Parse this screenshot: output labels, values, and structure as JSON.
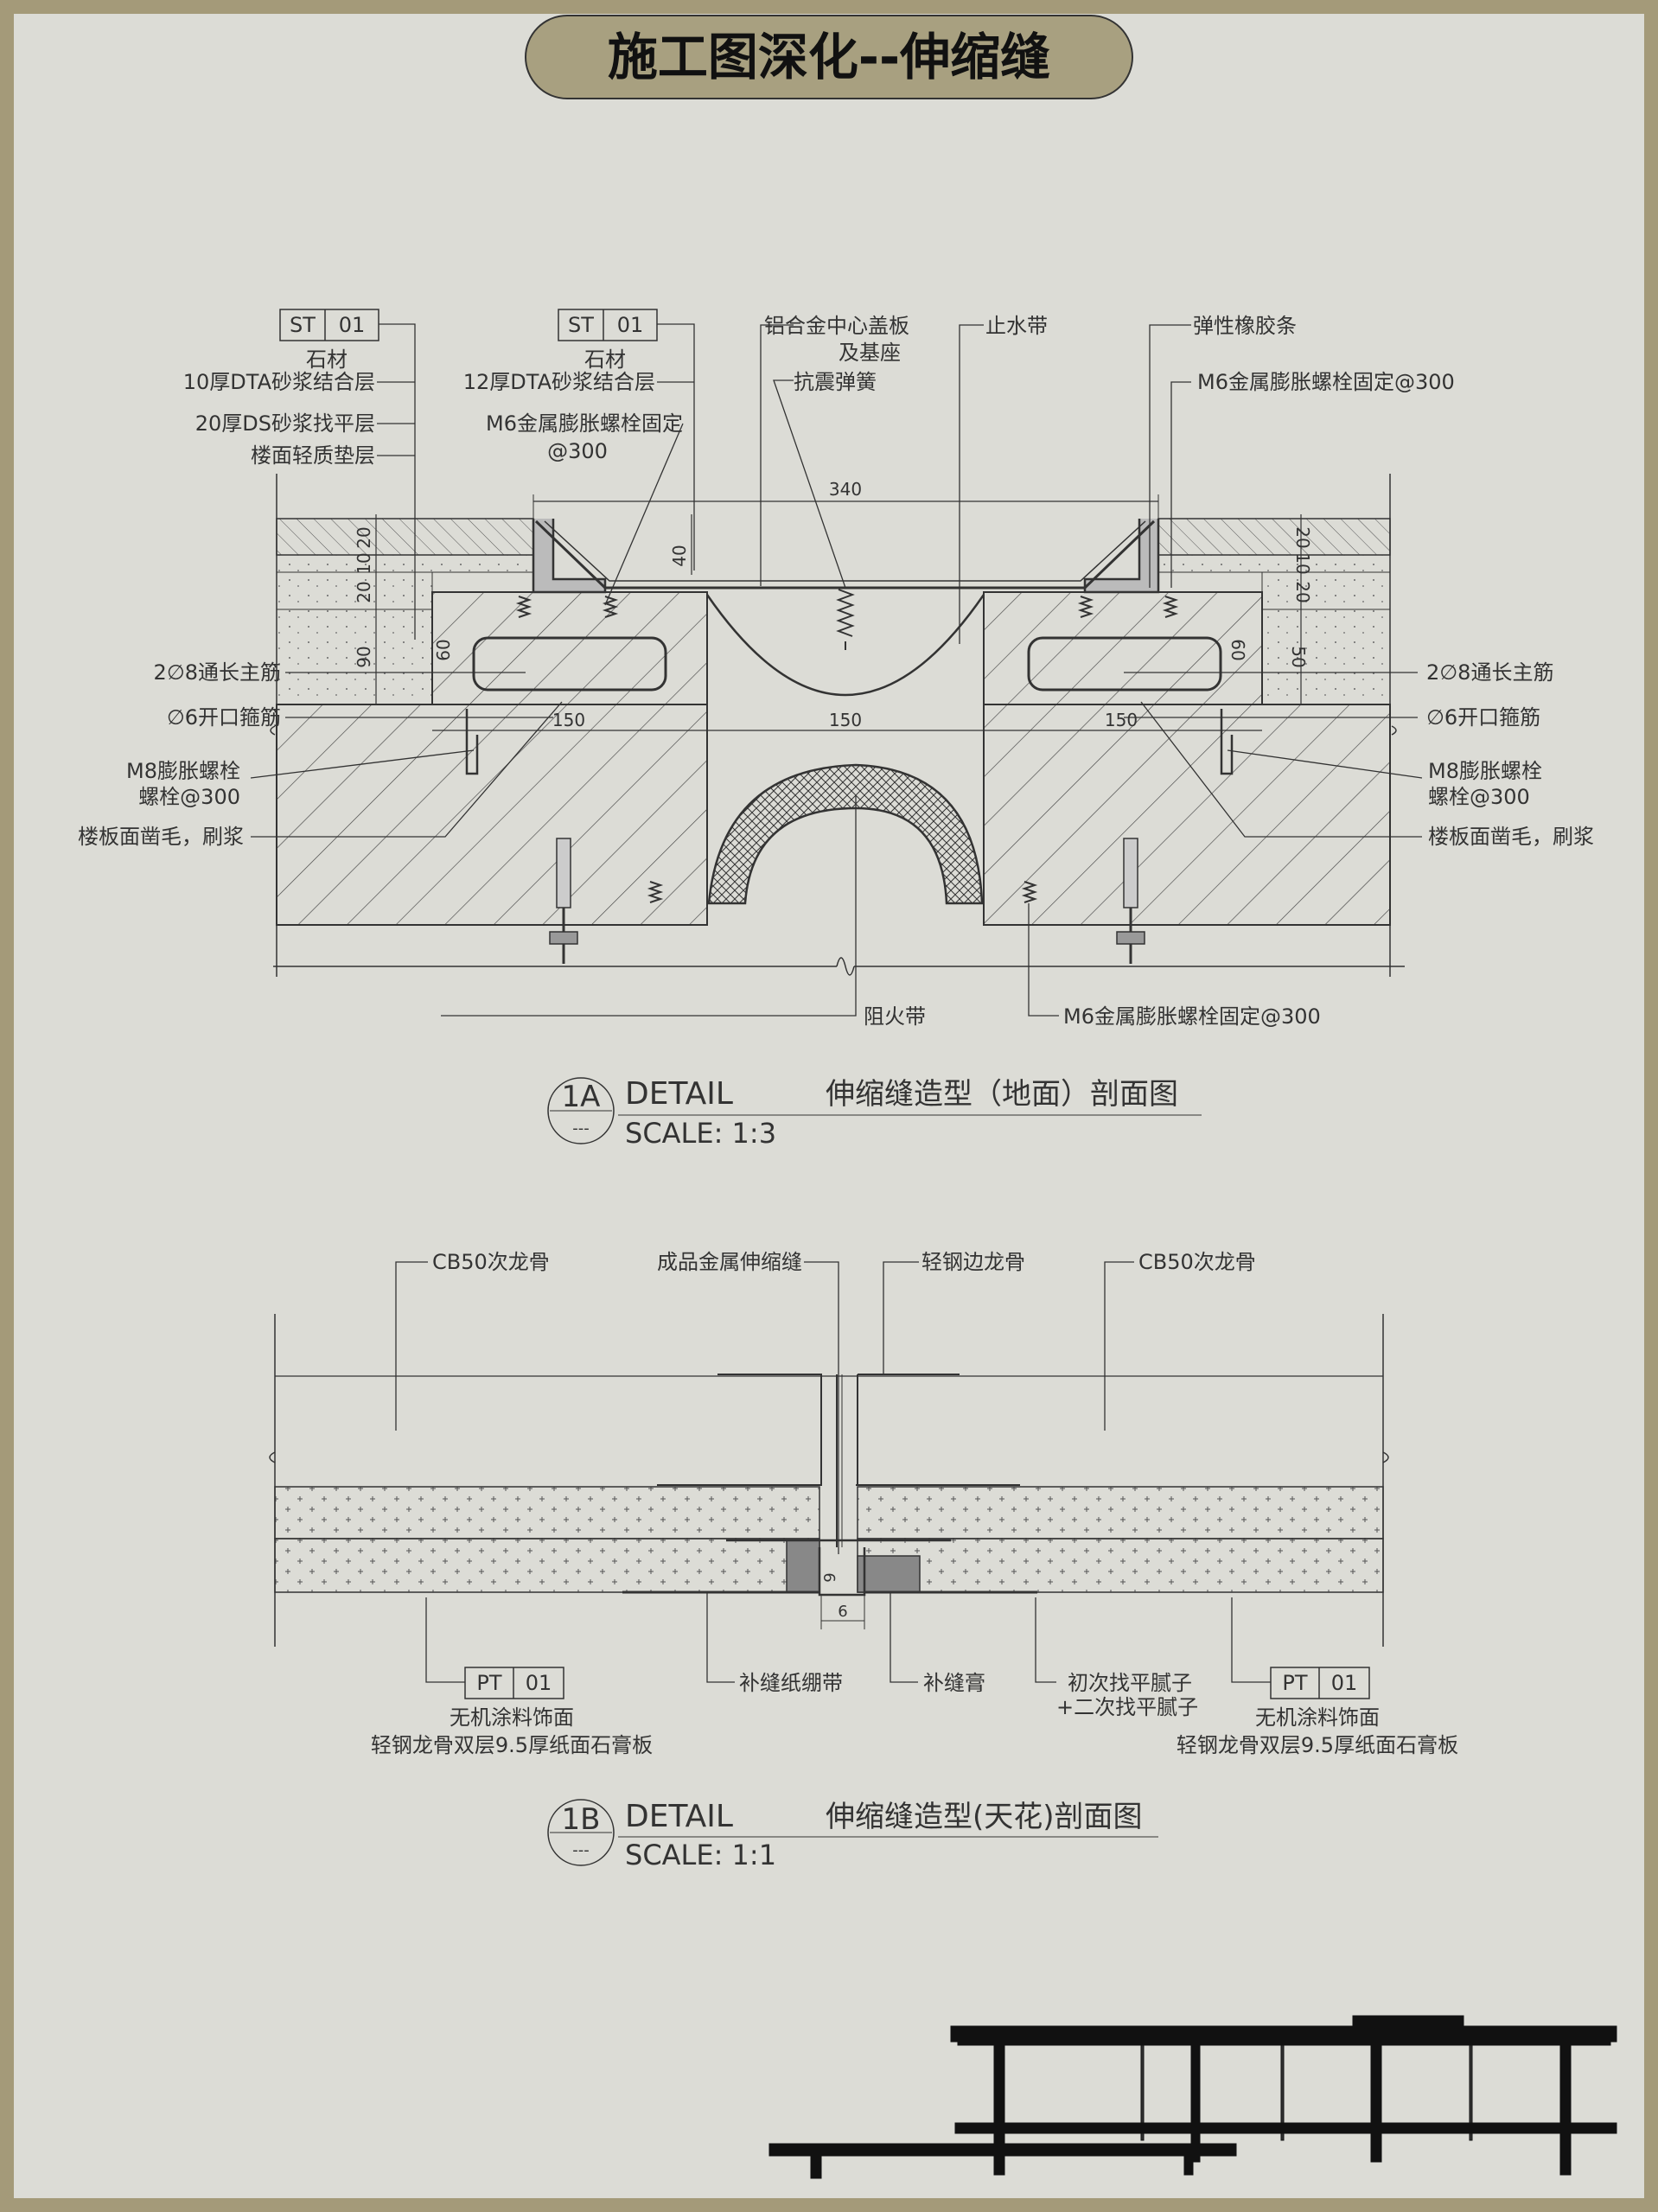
{
  "title": "施工图深化--伸缩缝",
  "detail_1a": {
    "tag_left": {
      "code": "ST",
      "num": "01",
      "material": "石材"
    },
    "tag_mid": {
      "code": "ST",
      "num": "01",
      "material": "石材"
    },
    "left_labels": [
      "10厚DTA砂浆结合层",
      "20厚DS砂浆找平层",
      "楼面轻质垫层"
    ],
    "mid_labels": [
      "12厚DTA砂浆结合层",
      "M6金属膨胀螺栓固定",
      "@300"
    ],
    "top_labels": {
      "cover": "铝合金中心盖板",
      "cover2": "及基座",
      "spring": "抗震弹簧",
      "waterstop": "止水带",
      "rubber": "弹性橡胶条",
      "bolt_right": "M6金属膨胀螺栓固定@300"
    },
    "side_left": {
      "rebar": "2∅8通长主筋",
      "stirrup": "∅6开口箍筋",
      "bolt1": "M8膨胀螺栓",
      "bolt2": "螺栓@300",
      "slab": "楼板面凿毛，刷浆"
    },
    "side_right": {
      "rebar": "2∅8通长主筋",
      "stirrup": "∅6开口箍筋",
      "bolt1": "M8膨胀螺栓",
      "bolt2": "螺栓@300",
      "slab": "楼板面凿毛，刷浆"
    },
    "bottom_labels": {
      "fire": "阻火带",
      "bolt": "M6金属膨胀螺栓固定@300"
    },
    "dims": {
      "top": "340",
      "mid": "150",
      "left150": "150",
      "right150": "150",
      "d20": "20",
      "d10": "10",
      "d20b": "20",
      "d90": "90",
      "d60": "60",
      "d40": "40",
      "d50": "50",
      "r20": "20",
      "r10": "10",
      "r20b": "20",
      "r60": "60"
    },
    "caption": {
      "num": "1A",
      "sub": "---",
      "detail": "DETAIL",
      "name": "伸缩缝造型（地面）剖面图",
      "scale": "SCALE: 1:3"
    }
  },
  "detail_1b": {
    "top_labels": {
      "cb_left": "CB50次龙骨",
      "joint": "成品金属伸缩缝",
      "edge": "轻钢边龙骨",
      "cb_right": "CB50次龙骨"
    },
    "bottom_labels": {
      "tape": "补缝纸绷带",
      "putty": "补缝膏",
      "level1": "初次找平腻子",
      "level2": "+二次找平腻子"
    },
    "tag_left": {
      "code": "PT",
      "num": "01",
      "line1": "无机涂料饰面",
      "line2": "轻钢龙骨双层9.5厚纸面石膏板"
    },
    "tag_right": {
      "code": "PT",
      "num": "01",
      "line1": "无机涂料饰面",
      "line2": "轻钢龙骨双层9.5厚纸面石膏板"
    },
    "dims": {
      "d9": "9",
      "d6": "6"
    },
    "caption": {
      "num": "1B",
      "sub": "---",
      "detail": "DETAIL",
      "name": "伸缩缝造型(天花)剖面图",
      "scale": "SCALE: 1:1"
    }
  },
  "colors": {
    "frame": "#a49a79",
    "paper": "#dcdcd6",
    "title_bg": "#a8a080",
    "ink": "#3a3a3a",
    "dark": "#111111"
  }
}
